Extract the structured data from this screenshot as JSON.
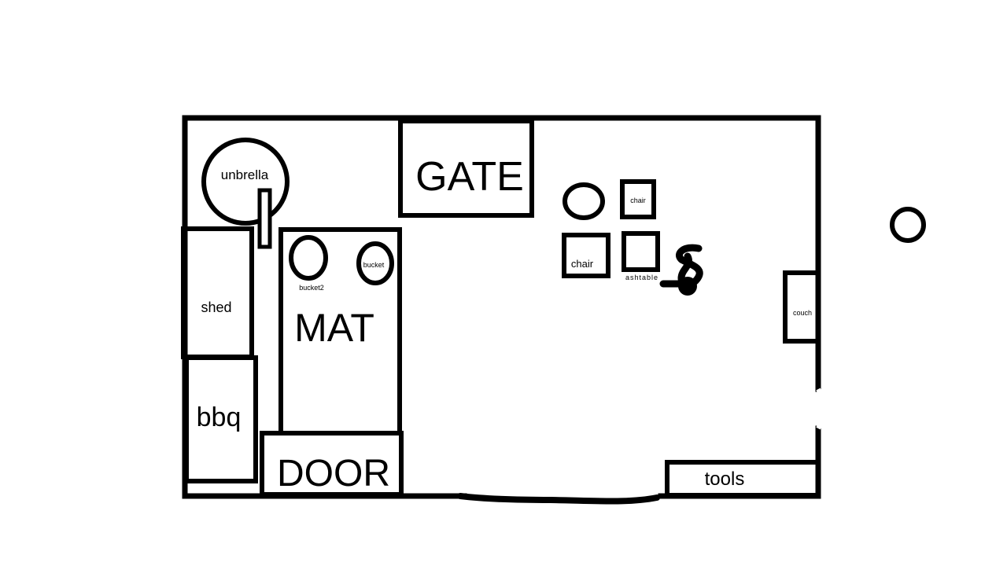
{
  "colors": {
    "stroke": "#000000",
    "background": "#ffffff"
  },
  "labels": {
    "unbrella": "unbrella",
    "gate": "GATE",
    "chair_small": "chair",
    "chair_large": "chair",
    "ashtable": "ashtable",
    "bucket": "bucket",
    "bucket2": "bucket2",
    "shed": "shed",
    "mat": "MAT",
    "bbq": "bbq",
    "door": "DOOR",
    "couch": "couch",
    "tools": "tools"
  }
}
